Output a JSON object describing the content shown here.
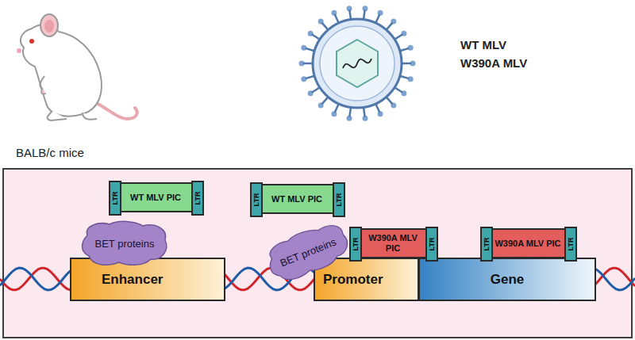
{
  "diagram": {
    "nodes": [
      {
        "text": [
          "WT MLV PIC"
        ]
      },
      {
        "text": [
          "LTR"
        ],
        "in": 0
      },
      {
        "text": [
          "LTR"
        ],
        "in": 0
      },
      {
        "text": [
          "BET proteins"
        ]
      },
      {
        "text": [
          "Enhancer"
        ]
      },
      {
        "text": [
          "WT MLV PIC"
        ]
      },
      {
        "text": [
          "LTR"
        ],
        "in": 5
      },
      {
        "text": [
          "LTR"
        ],
        "in": 5
      },
      {
        "text": [
          "BET proteins"
        ]
      },
      {
        "text": [
          "W390A MLV PIC"
        ]
      },
      {
        "text": [
          "LTR"
        ],
        "in": 9
      },
      {
        "text": [
          "LTR"
        ],
        "in": 9
      },
      {
        "text": [
          "W390A MLV PIC"
        ]
      },
      {
        "text": [
          "LTR"
        ],
        "in": 12
      },
      {
        "text": [
          "LTR"
        ],
        "in": 12
      },
      {
        "text": [
          "Promoter"
        ]
      },
      {
        "text": [
          "Gene"
        ]
      }
    ],
    "labels": [
      "BALB/c mice",
      "WT MLV",
      "W390A MLV"
    ]
  }
}
